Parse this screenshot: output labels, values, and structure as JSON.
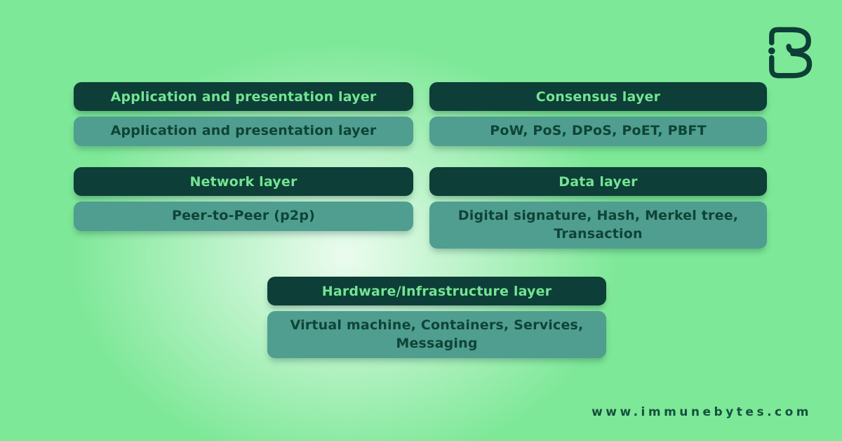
{
  "diagram": {
    "subject": "blockchain-architecture-layers",
    "layers": [
      {
        "title": "Application and presentation layer",
        "content": "Application and presentation layer"
      },
      {
        "title": "Consensus layer",
        "content": "PoW, PoS, DPoS, PoET, PBFT"
      },
      {
        "title": "Network layer",
        "content": "Peer-to-Peer (p2p)"
      },
      {
        "title": "Data layer",
        "content": "Digital signature, Hash, Merkel tree,\nTransaction"
      },
      {
        "title": "Hardware/Infrastructure layer",
        "content": "Virtual machine, Containers, Services,\nMessaging"
      }
    ]
  },
  "brand": {
    "logo_name": "immunebytes-logo",
    "website": "www.immunebytes.com"
  },
  "colors": {
    "background": "#7de897",
    "background_glow": "#e8f9e8",
    "header_bg": "#0d3e37",
    "header_text": "#74e492",
    "content_bg": "#4f9e90",
    "content_text": "#0e4437",
    "footer_text": "#14503f",
    "logo": "#0d3e37"
  }
}
